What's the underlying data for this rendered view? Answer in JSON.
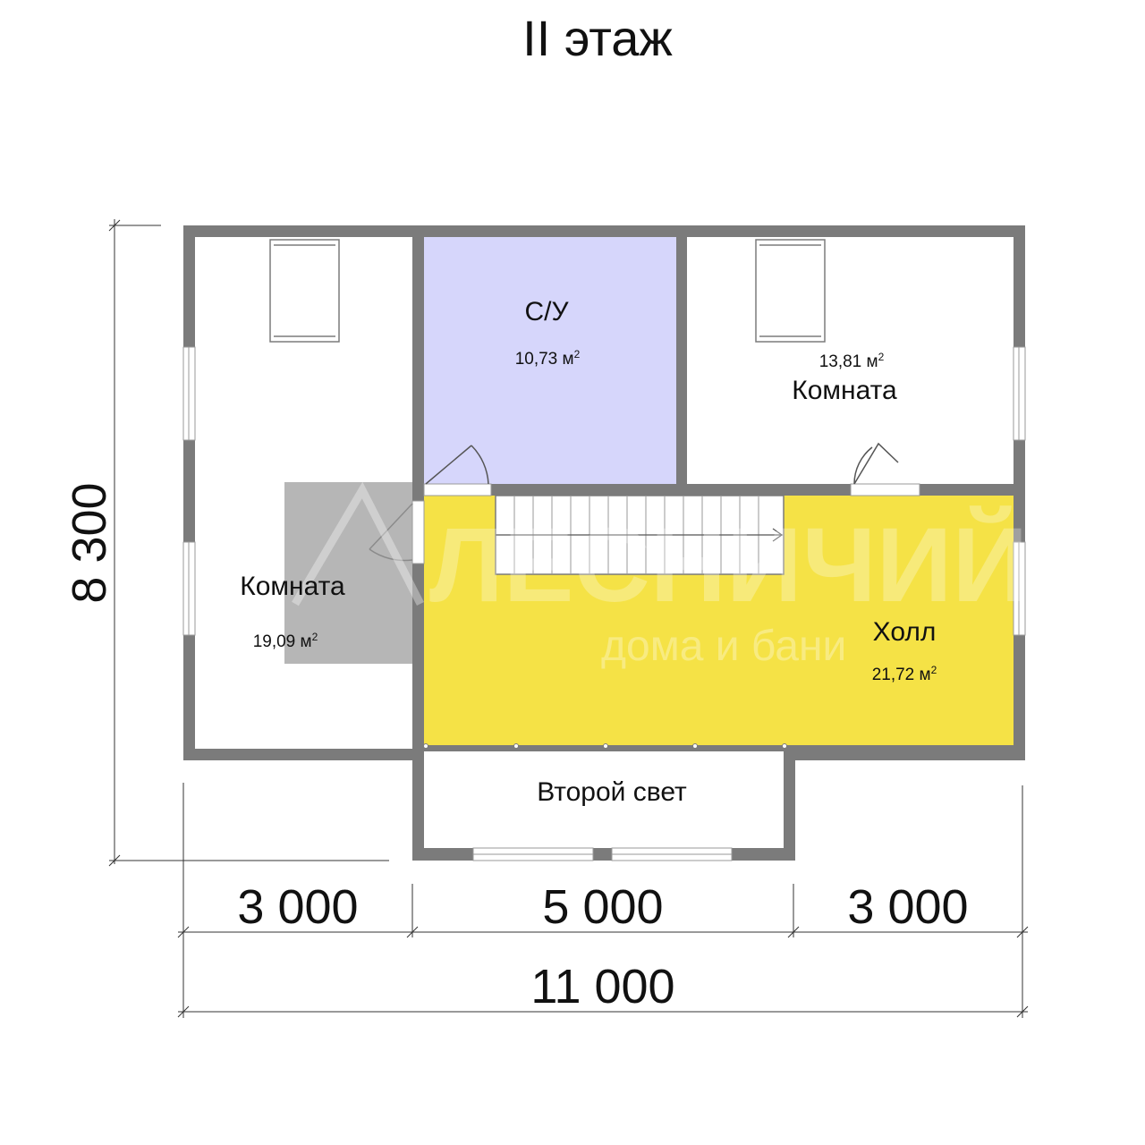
{
  "title": "II этаж",
  "colors": {
    "wall": "#7b7b7b",
    "bathroom": "#d6d6fb",
    "hall": "#f5e246",
    "room": "#ffffff",
    "watermark_block": "#9e9e9e"
  },
  "rooms": {
    "bathroom": {
      "name": "С/У",
      "area": "10,73 м",
      "sup": "2"
    },
    "room_right": {
      "name": "Комната",
      "area": "13,81 м",
      "sup": "2"
    },
    "room_left": {
      "name": "Комната",
      "area": "19,09 м",
      "sup": "2"
    },
    "hall": {
      "name": "Холл",
      "area": "21,72 м",
      "sup": "2"
    },
    "second_light": {
      "name": "Второй свет"
    }
  },
  "dimensions": {
    "height_total": "8 300",
    "width_left": "3 000",
    "width_middle": "5 000",
    "width_right": "3 000",
    "width_total": "11 000"
  },
  "watermark": {
    "brand": "ЛЕСНИЧИЙ",
    "tagline": "дома и бани"
  }
}
